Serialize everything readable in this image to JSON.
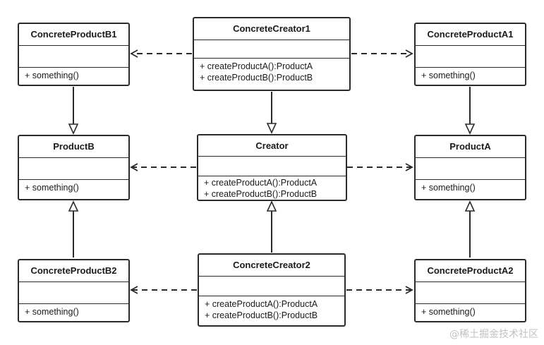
{
  "classes": {
    "concrete_product_b1": {
      "name": "ConcreteProductB1",
      "ops": [
        "+ something()"
      ]
    },
    "concrete_creator1": {
      "name": "ConcreteCreator1",
      "ops": [
        "+ createProductA():ProductA",
        "+ createProductB():ProductB"
      ]
    },
    "concrete_product_a1": {
      "name": "ConcreteProductA1",
      "ops": [
        "+ something()"
      ]
    },
    "product_b": {
      "name": "ProductB",
      "ops": [
        "+ something()"
      ]
    },
    "creator": {
      "name": "Creator",
      "ops": [
        "+ createProductA():ProductA",
        "+ createProductB():ProductB"
      ]
    },
    "product_a": {
      "name": "ProductA",
      "ops": [
        "+ something()"
      ]
    },
    "concrete_product_b2": {
      "name": "ConcreteProductB2",
      "ops": [
        "+ something()"
      ]
    },
    "concrete_creator2": {
      "name": "ConcreteCreator2",
      "ops": [
        "+ createProductA():ProductA",
        "+ createProductB():ProductB"
      ]
    },
    "concrete_product_a2": {
      "name": "ConcreteProductA2",
      "ops": [
        "+ something()"
      ]
    }
  },
  "relations": [
    {
      "from": "concrete_creator1",
      "to": "concrete_product_b1",
      "kind": "dependency"
    },
    {
      "from": "concrete_creator1",
      "to": "concrete_product_a1",
      "kind": "dependency"
    },
    {
      "from": "creator",
      "to": "product_b",
      "kind": "dependency"
    },
    {
      "from": "creator",
      "to": "product_a",
      "kind": "dependency"
    },
    {
      "from": "concrete_creator2",
      "to": "concrete_product_b2",
      "kind": "dependency"
    },
    {
      "from": "concrete_creator2",
      "to": "concrete_product_a2",
      "kind": "dependency"
    },
    {
      "from": "concrete_product_b1",
      "to": "product_b",
      "kind": "generalization"
    },
    {
      "from": "concrete_creator1",
      "to": "creator",
      "kind": "generalization"
    },
    {
      "from": "concrete_product_a1",
      "to": "product_a",
      "kind": "generalization"
    },
    {
      "from": "concrete_product_b2",
      "to": "product_b",
      "kind": "generalization"
    },
    {
      "from": "concrete_creator2",
      "to": "creator",
      "kind": "generalization"
    },
    {
      "from": "concrete_product_a2",
      "to": "product_a",
      "kind": "generalization"
    }
  ],
  "watermark": "@稀土掘金技术社区"
}
